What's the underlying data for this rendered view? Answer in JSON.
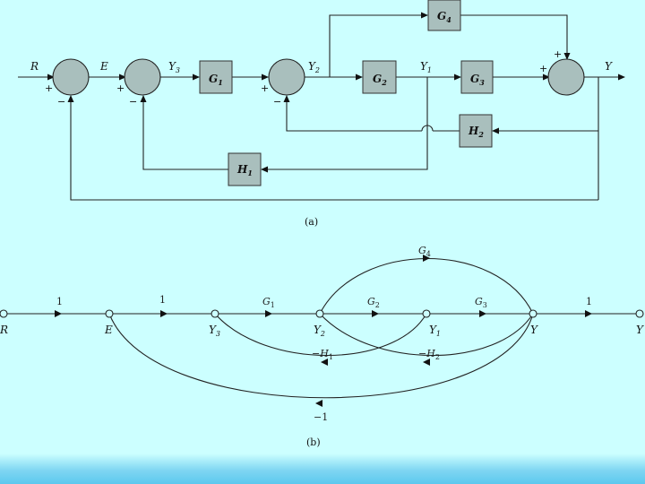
{
  "diagram_a": {
    "caption": "(a)",
    "signals": {
      "r": {
        "main": "R",
        "sub": ""
      },
      "e": {
        "main": "E",
        "sub": ""
      },
      "y3": {
        "main": "Y",
        "sub": "3"
      },
      "y2": {
        "main": "Y",
        "sub": "2"
      },
      "y1": {
        "main": "Y",
        "sub": "1"
      },
      "y": {
        "main": "Y",
        "sub": ""
      }
    },
    "blocks": {
      "g1": {
        "main": "G",
        "sub": "1"
      },
      "g2": {
        "main": "G",
        "sub": "2"
      },
      "g3": {
        "main": "G",
        "sub": "3"
      },
      "g4": {
        "main": "G",
        "sub": "4"
      },
      "h1": {
        "main": "H",
        "sub": "1"
      },
      "h2": {
        "main": "H",
        "sub": "2"
      }
    },
    "signs": {
      "s1_plus": "+",
      "s1_minus": "−",
      "s2_plus": "+",
      "s2_minus": "−",
      "s3_plus": "+",
      "s3_minus": "−",
      "s4_top_plus": "+",
      "s4_left_plus": "+"
    }
  },
  "diagram_b": {
    "caption": "(b)",
    "nodes": {
      "r": {
        "main": "R",
        "sub": ""
      },
      "e": {
        "main": "E",
        "sub": ""
      },
      "y3": {
        "main": "Y",
        "sub": "3"
      },
      "y2": {
        "main": "Y",
        "sub": "2"
      },
      "y1": {
        "main": "Y",
        "sub": "1"
      },
      "y": {
        "main": "Y",
        "sub": ""
      },
      "yout": {
        "main": "Y",
        "sub": ""
      }
    },
    "gains": {
      "r_e": "1",
      "e_y3": "1",
      "g1": {
        "main": "G",
        "sub": "1"
      },
      "g2": {
        "main": "G",
        "sub": "2"
      },
      "g3": {
        "main": "G",
        "sub": "3"
      },
      "g4": {
        "main": "G",
        "sub": "4"
      },
      "y_out": "1",
      "neg_h1": {
        "main": "−H",
        "sub": "1"
      },
      "neg_h2": {
        "main": "−H",
        "sub": "2"
      },
      "neg_one": "−1"
    }
  }
}
